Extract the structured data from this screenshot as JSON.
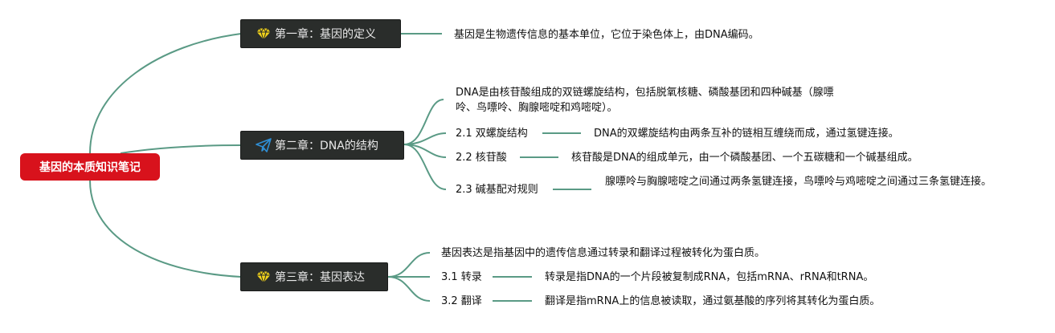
{
  "root": {
    "label": "基因的本质知识笔记"
  },
  "colors": {
    "root": "#d8121c",
    "chapter": "#2a2d2b",
    "edge": "#5a9a85",
    "gem": "#f2d21a",
    "plane": "#2f8fd6"
  },
  "chapters": [
    {
      "label": "第一章：基因的定义",
      "icon": "gem-icon",
      "items": [
        {
          "text": "基因是生物遗传信息的基本单位，它位于染色体上，由DNA编码。"
        }
      ]
    },
    {
      "label": "第二章：DNA的结构",
      "icon": "paper-plane-icon",
      "items": [
        {
          "text": "DNA是由核苷酸组成的双链螺旋结构，包括脱氧核糖、磷酸基团和四种碱基（腺嘌呤、鸟嘌呤、胸腺嘧啶和鸡嘧啶）。"
        },
        {
          "label": "2.1 双螺旋结构",
          "text": "DNA的双螺旋结构由两条互补的链相互缠绕而成，通过氢键连接。"
        },
        {
          "label": "2.2 核苷酸",
          "text": "核苷酸是DNA的组成单元，由一个磷酸基团、一个五碳糖和一个碱基组成。"
        },
        {
          "label": "2.3 碱基配对规则",
          "text": "腺嘌呤与胸腺嘧啶之间通过两条氢键连接，鸟嘌呤与鸡嘧啶之间通过三条氢键连接。"
        }
      ]
    },
    {
      "label": "第三章：基因表达",
      "icon": "gem-icon",
      "items": [
        {
          "text": "基因表达是指基因中的遗传信息通过转录和翻译过程被转化为蛋白质。"
        },
        {
          "label": "3.1 转录",
          "text": "转录是指DNA的一个片段被复制成RNA，包括mRNA、rRNA和tRNA。"
        },
        {
          "label": "3.2 翻译",
          "text": "翻译是指mRNA上的信息被读取，通过氨基酸的序列将其转化为蛋白质。"
        }
      ]
    }
  ]
}
